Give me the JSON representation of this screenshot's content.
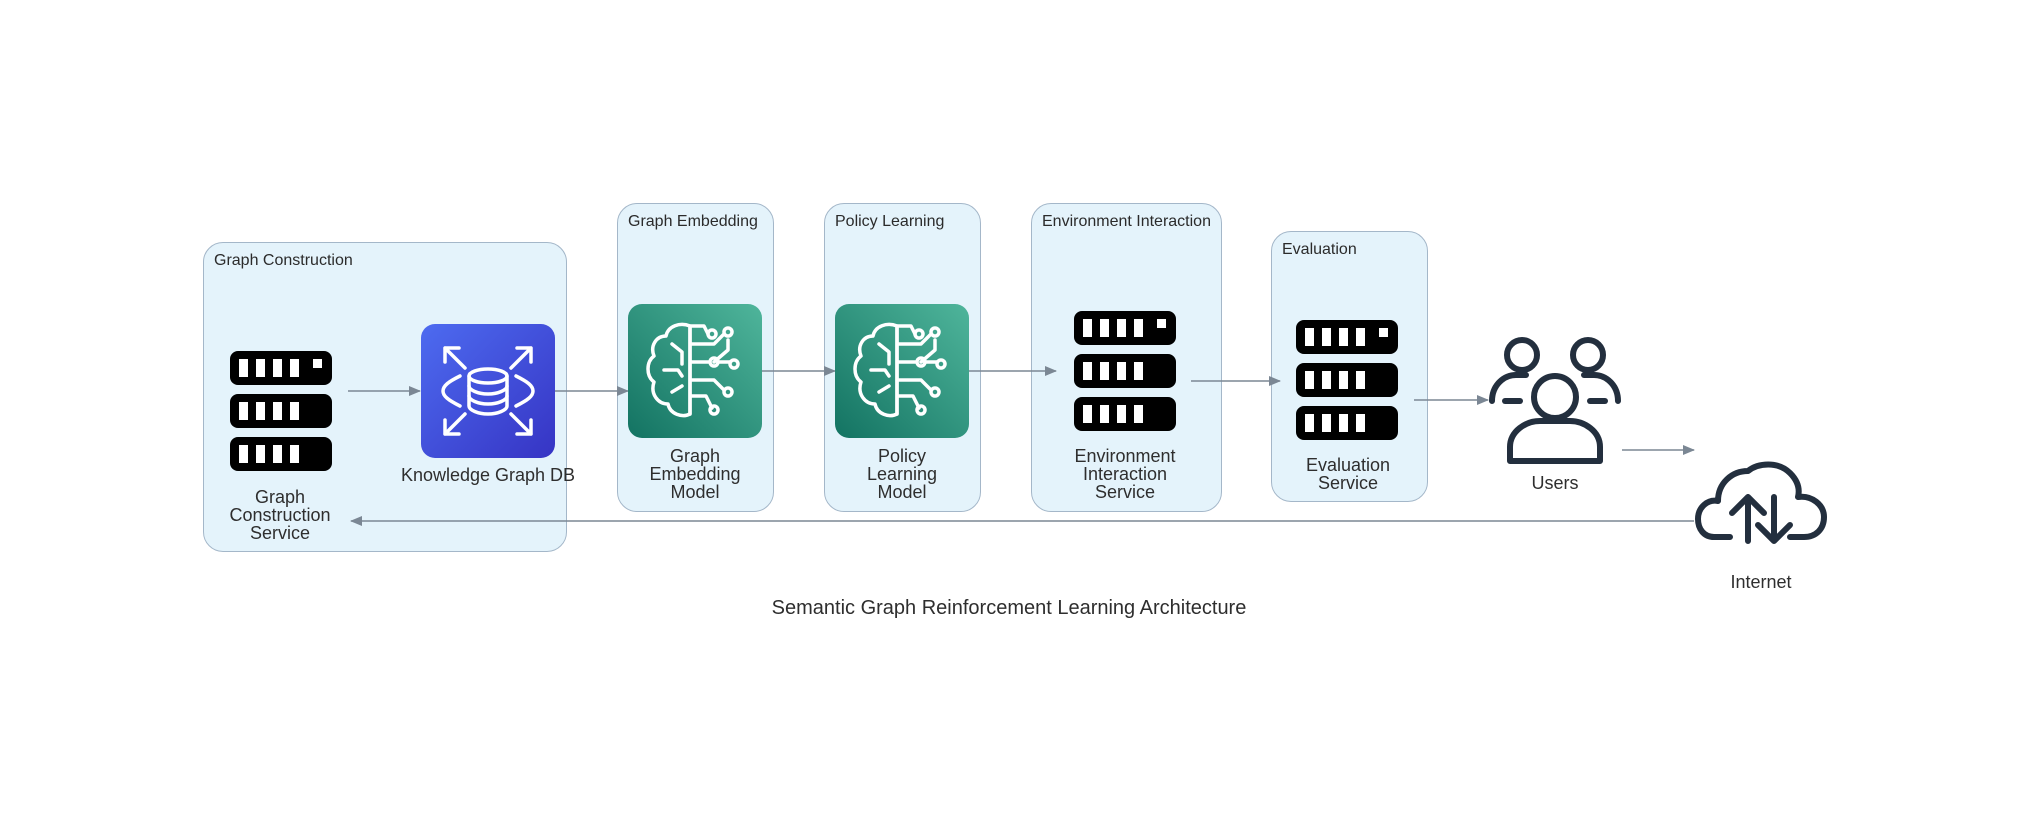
{
  "clusters": {
    "graph_construction": "Graph Construction",
    "graph_embedding": "Graph Embedding",
    "policy_learning": "Policy Learning",
    "environment_interaction": "Environment Interaction",
    "evaluation": "Evaluation"
  },
  "nodes": {
    "graph_construction_service": "Graph\nConstruction\nService",
    "knowledge_graph_db": "Knowledge Graph DB",
    "graph_embedding_model": "Graph\nEmbedding\nModel",
    "policy_learning_model": "Policy\nLearning\nModel",
    "environment_interaction_service": "Environment\nInteraction\nService",
    "evaluation_service": "Evaluation\nService",
    "users": "Users",
    "internet": "Internet"
  },
  "title": "Semantic Graph Reinforcement Learning Architecture",
  "colors": {
    "cluster_fill": "#e4f3fb",
    "cluster_border": "#a4b7c9",
    "edge": "#7b8794",
    "database_gradient": [
      "#4d6bf0",
      "#3634c4"
    ],
    "ml_gradient": [
      "#4fb59b",
      "#137362"
    ],
    "dark_icon": "#232f3e"
  },
  "icons": {
    "graph_construction_service": "server-icon",
    "knowledge_graph_db": "database-icon",
    "graph_embedding_model": "brain-circuit-icon",
    "policy_learning_model": "brain-circuit-icon",
    "environment_interaction_service": "server-icon",
    "evaluation_service": "server-icon",
    "users": "users-icon",
    "internet": "cloud-upload-download-icon"
  }
}
